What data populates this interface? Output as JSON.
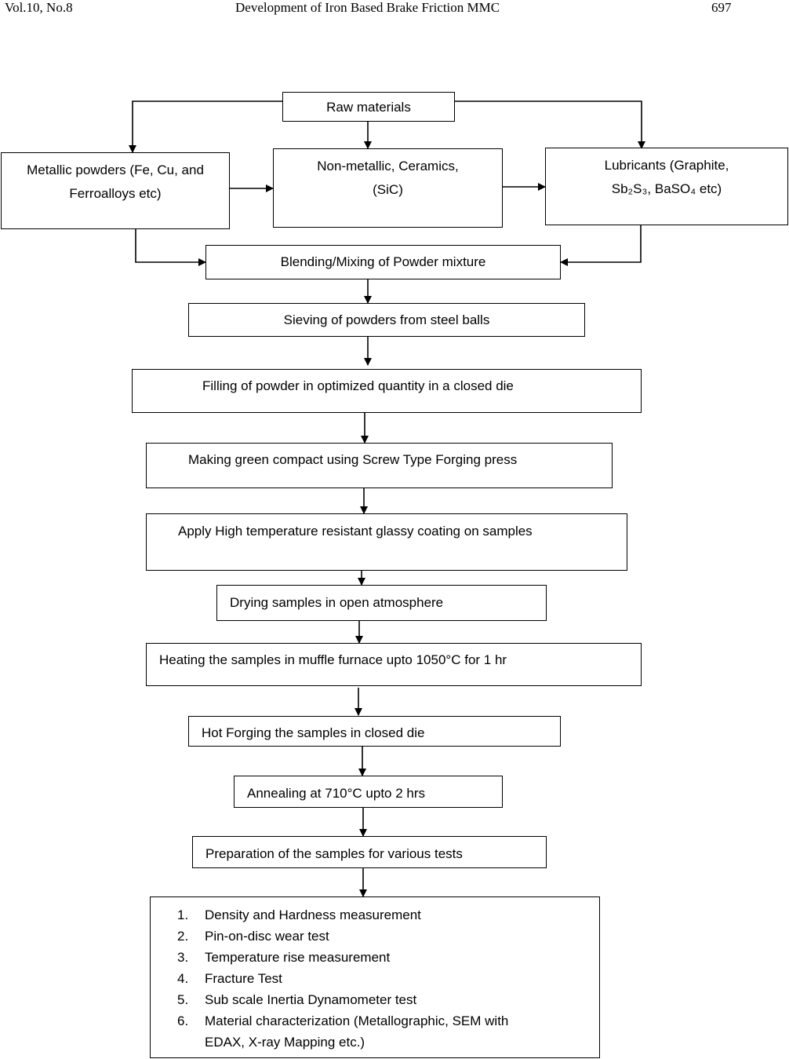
{
  "header": {
    "left": "Vol.10, No.8",
    "center": "Development of Iron Based Brake Friction MMC",
    "right": "697"
  },
  "nodes": {
    "raw": "Raw materials",
    "metallic_1": "Metallic powders (Fe, Cu, and",
    "metallic_2": "Ferroalloys etc)",
    "nonmetallic_1": "Non-metallic, Ceramics,",
    "nonmetallic_2": "(SiC)",
    "lubricants_1": "Lubricants (Graphite,",
    "lubricants_2": "Sb₂S₃, BaSO₄ etc)",
    "blending": "Blending/Mixing of Powder mixture",
    "sieving": "Sieving of powders from steel balls",
    "filling": "Filling of powder in optimized quantity in a closed die",
    "compact": "Making green compact using Screw Type Forging press",
    "coating": "Apply High temperature resistant glassy coating on samples",
    "drying": "Drying samples in open atmosphere",
    "heating": "Heating the samples in muffle furnace upto 1050°C for 1 hr",
    "forging": "Hot Forging the samples in closed die",
    "annealing": "Annealing at 710°C upto 2 hrs",
    "preparation": "Preparation of the samples for various tests"
  },
  "tests": [
    {
      "num": "1.",
      "text": "Density and Hardness measurement"
    },
    {
      "num": "2.",
      "text": "Pin-on-disc wear test"
    },
    {
      "num": "3.",
      "text": "Temperature rise measurement"
    },
    {
      "num": "4.",
      "text": "Fracture Test"
    },
    {
      "num": "5.",
      "text": "Sub scale Inertia Dynamometer test"
    },
    {
      "num": "6.",
      "text": "Material characterization (Metallographic, SEM with"
    },
    {
      "num": "",
      "text": "EDAX, X-ray Mapping etc.)"
    }
  ]
}
